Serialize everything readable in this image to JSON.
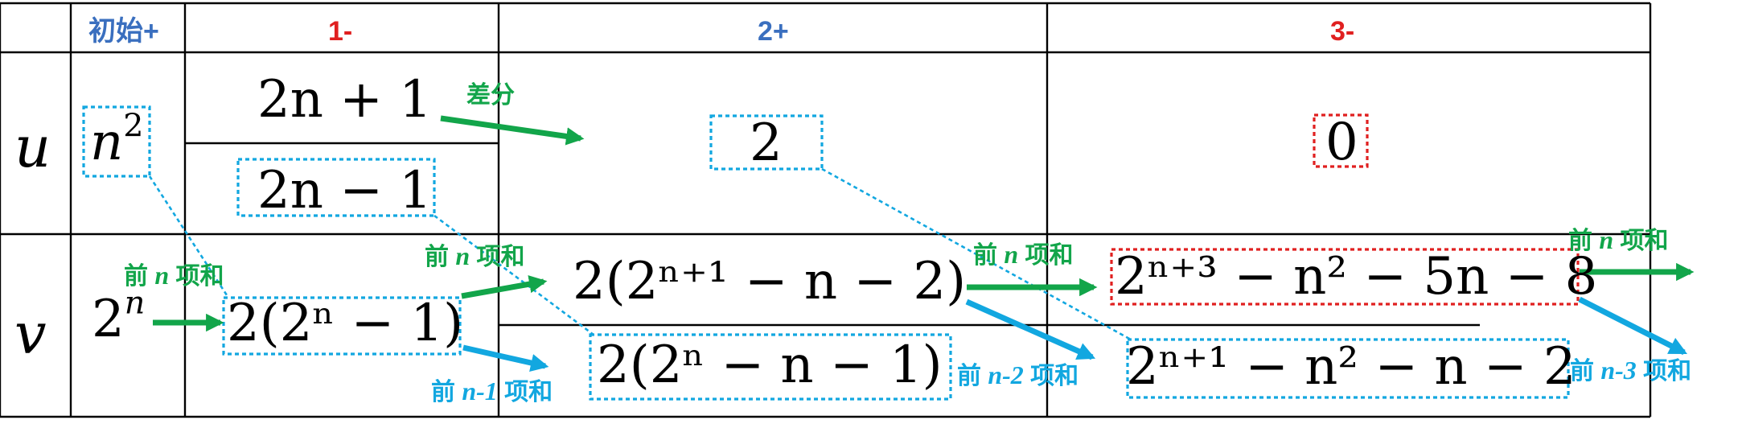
{
  "colors": {
    "red": "#e02020",
    "blue": "#3a6fbf",
    "green": "#12a54a",
    "cyan": "#12a7e0",
    "border": "#000000"
  },
  "header": {
    "c1": "初始+",
    "c2": "1-",
    "c3": "2+",
    "c4": "3-"
  },
  "rows": {
    "u": "u",
    "v": "v"
  },
  "u_row": {
    "init_base": "n",
    "init_exp": "2",
    "c1_top": "2n + 1",
    "c1_bottom": "2n − 1",
    "c2": "2",
    "c3": "0"
  },
  "v_row": {
    "init_base": "2",
    "init_exp": "n",
    "c1": "2(2ⁿ − 1)",
    "c2_top": "2(2ⁿ⁺¹ − n − 2)",
    "c2_bottom": "2(2ⁿ − n − 1)",
    "c3_top": "2ⁿ⁺³ − n² − 5n − 8",
    "c3_bottom": "2ⁿ⁺¹ − n² − n − 2"
  },
  "labels": {
    "diff": "差分",
    "pre": "前",
    "n": "n",
    "sum": "项和",
    "n1": "n-1",
    "n2": "n-2",
    "n3": "n-3"
  }
}
